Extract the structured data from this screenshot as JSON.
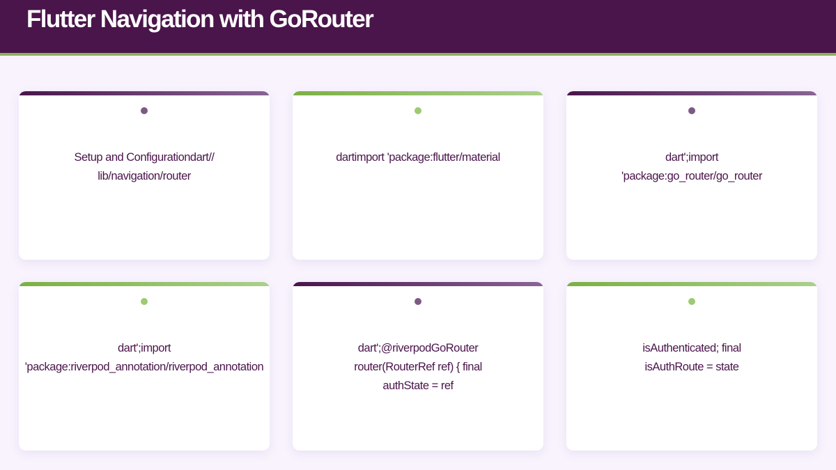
{
  "header": {
    "title": "Flutter Navigation with GoRouter"
  },
  "colors": {
    "header_bg": "#4a154b",
    "accent_green": "#8bb45a",
    "page_bg": "#f8f3fd",
    "text": "#4a154b"
  },
  "cards": [
    {
      "variant": "purple",
      "text": "Setup and Configurationdart//\nlib/navigation/router"
    },
    {
      "variant": "green",
      "text": "dartimport 'package:flutter/material"
    },
    {
      "variant": "purple",
      "text": "dart';import\n'package:go_router/go_router"
    },
    {
      "variant": "green",
      "text": "dart';import\n'package:riverpod_annotation/riverpod_annotation"
    },
    {
      "variant": "purple",
      "text": "dart';@riverpodGoRouter\nrouter(RouterRef ref) { final\nauthState = ref"
    },
    {
      "variant": "green",
      "text": "isAuthenticated; final\nisAuthRoute = state"
    }
  ]
}
